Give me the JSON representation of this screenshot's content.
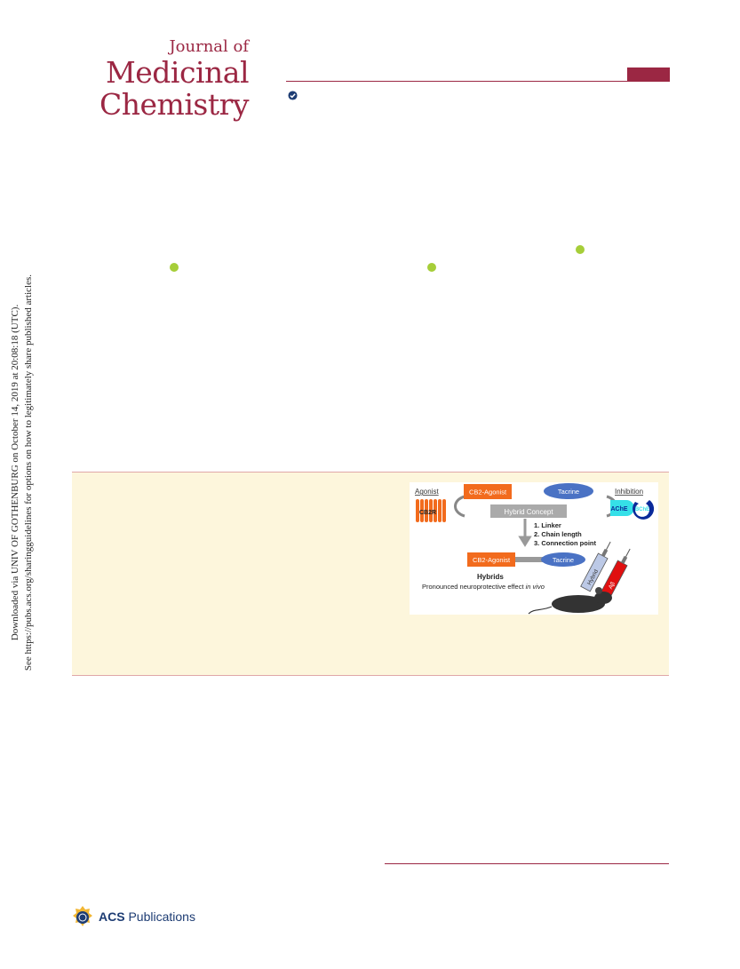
{
  "journal": {
    "line1": "Journal of",
    "line2": "Medicinal",
    "line3": "Chemistry"
  },
  "side_notice": {
    "line1": "Downloaded via UNIV OF GOTHENBURG on October 14, 2019 at 20:08:18 (UTC).",
    "line2": "See https://pubs.acs.org/sharingguidelines for options on how to legitimately share published articles."
  },
  "toc": {
    "agonist_label": "Agonist",
    "receptor_label": "CB2R",
    "cb2_agonist_label": "CB2-Agonist",
    "tacrine_label": "Tacrine",
    "inhibition_label": "Inhibition",
    "ache_label": "AChE",
    "bche_label": "BChE",
    "hybrid_concept_label": "Hybrid Concept",
    "steps": [
      "1. Linker",
      "2. Chain length",
      "3. Connection point"
    ],
    "hybrid_cb2_label": "CB2-Agonist",
    "hybrid_tacrine_label": "Tacrine",
    "hybrids_label": "Hybrids",
    "effect_text": "Pronounced neuroprotective effect",
    "effect_italic": "in vivo",
    "syringe1_label": "Hybrid",
    "syringe2_label": "Aβ"
  },
  "footer": {
    "publisher_bold": "ACS",
    "publisher_rest": "Publications"
  },
  "colors": {
    "brand": "#9b2743",
    "orange": "#f26b1d",
    "blue": "#4a72c4",
    "cyan": "#35e0e8",
    "navy": "#0a2a9a",
    "abstract_bg": "#fdf6dc"
  }
}
